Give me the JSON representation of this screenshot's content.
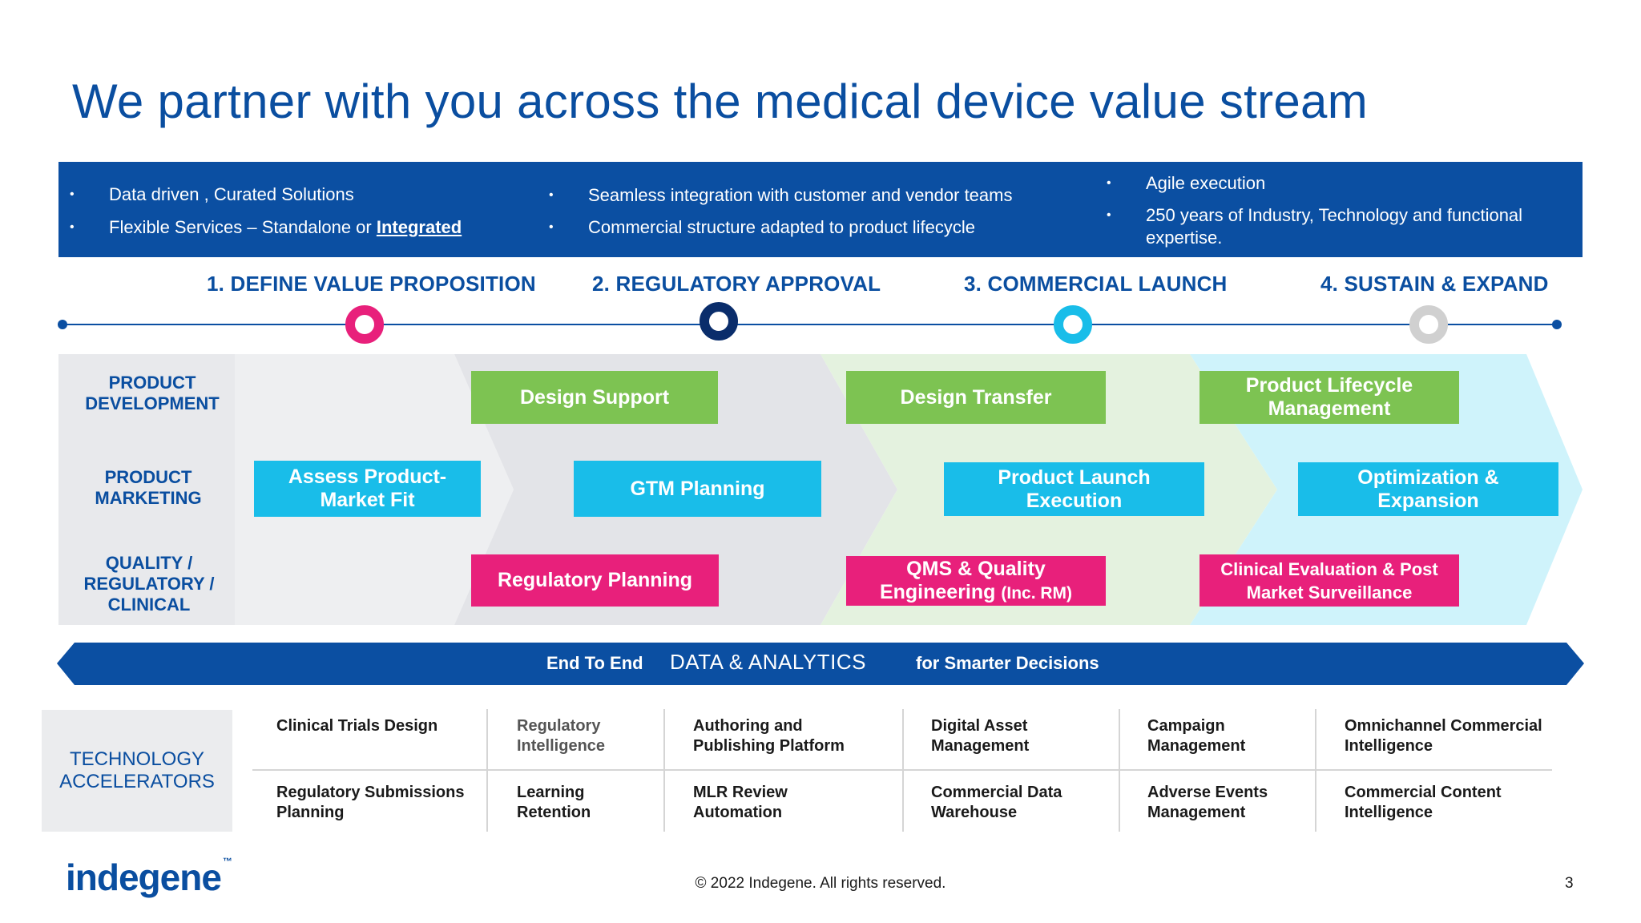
{
  "title": "We partner with you across the medical device value stream",
  "banner": {
    "col1": [
      "Data driven , Curated Solutions",
      "Flexible Services – Standalone or "
    ],
    "col1_link": "Integrated",
    "col2": [
      "Seamless integration with customer and vendor teams",
      "Commercial structure adapted to product lifecycle"
    ],
    "col3": [
      "Agile execution",
      "250 years of Industry, Technology and functional expertise."
    ],
    "bullet": "•"
  },
  "phases": [
    "1. DEFINE VALUE PROPOSITION",
    "2. REGULATORY APPROVAL",
    "3. COMMERCIAL LAUNCH",
    "4. SUSTAIN & EXPAND"
  ],
  "rows": {
    "product_development": "PRODUCT DEVELOPMENT",
    "product_marketing": "PRODUCT MARKETING",
    "quality": "QUALITY / REGULATORY / CLINICAL"
  },
  "boxes": {
    "design_support": "Design Support",
    "design_transfer": "Design Transfer",
    "plm": "Product Lifecycle Management",
    "assess": "Assess Product-Market Fit",
    "gtm": "GTM Planning",
    "launch": "Product Launch Execution",
    "optimization": "Optimization & Expansion",
    "reg_planning": "Regulatory Planning",
    "qms_line1": "QMS & Quality",
    "qms_line2": "Engineering",
    "qms_small": "(Inc. RM)",
    "clinical": "Clinical Evaluation & Post Market Surveillance"
  },
  "analytics": {
    "left": "End To End",
    "center": "DATA & ANALYTICS",
    "right": "for Smarter Decisions"
  },
  "tech": {
    "label": "TECHNOLOGY ACCELERATORS",
    "items": [
      "Clinical Trials Design",
      "Regulatory Intelligence",
      "Authoring and Publishing Platform",
      "Digital Asset Management",
      "Campaign Management",
      "Omnichannel Commercial Intelligence",
      "Regulatory Submissions Planning",
      "Learning Retention",
      "MLR Review Automation",
      "Commercial Data Warehouse",
      "Adverse Events Management",
      "Commercial Content Intelligence"
    ]
  },
  "footer": {
    "logo": "indegene",
    "tm": "™",
    "copyright": "© 2022 Indegene. All rights reserved.",
    "page": "3"
  },
  "colors": {
    "brand_blue": "#0b4fa2",
    "green": "#7dc352",
    "cyan": "#19bde9",
    "pink": "#e8207b",
    "phase1_marker": "#e8207b",
    "phase2_marker": "#0a2d6b",
    "phase3_marker": "#19bde9",
    "phase4_marker": "#d0d0d0"
  }
}
